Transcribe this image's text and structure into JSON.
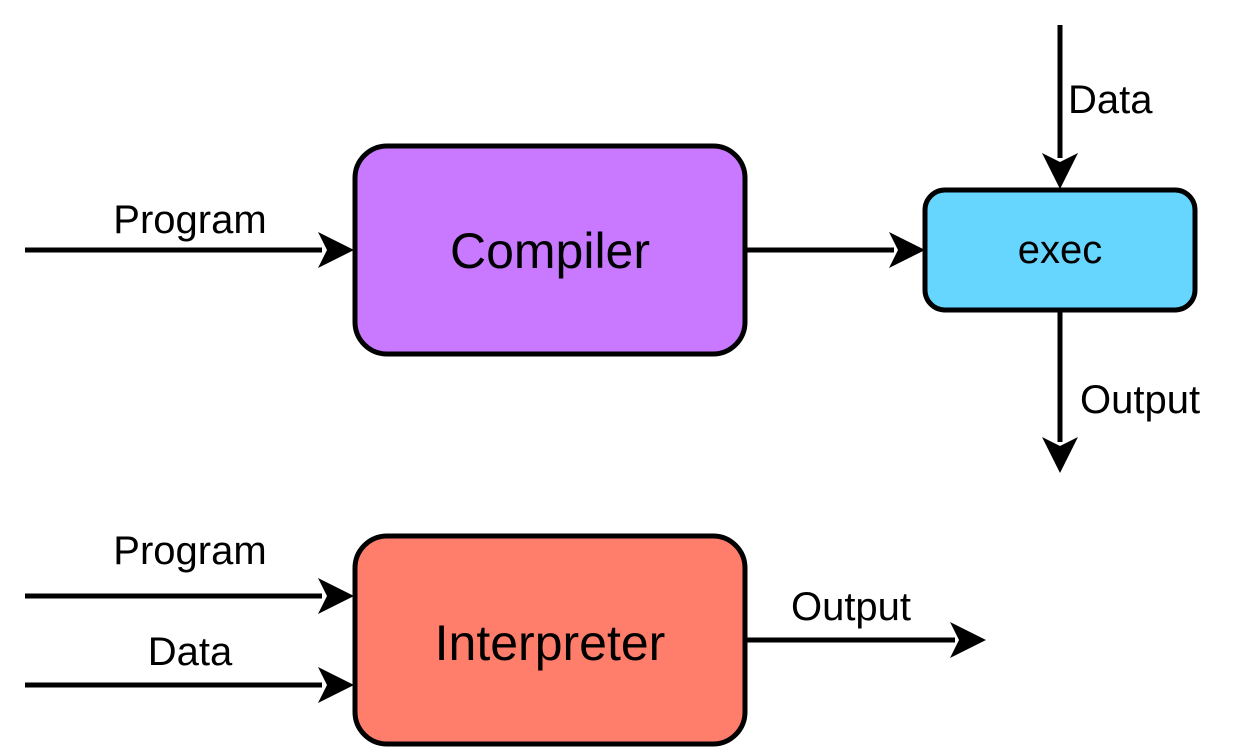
{
  "colors": {
    "compiler_fill": "#c879ff",
    "exec_fill": "#66d6ff",
    "interpreter_fill": "#ff7d6b",
    "stroke": "#000000",
    "background": "#ffffff"
  },
  "compiler_pipeline": {
    "compiler_box": {
      "label": "Compiler"
    },
    "exec_box": {
      "label": "exec"
    },
    "program_input": {
      "label": "Program"
    },
    "data_input": {
      "label": "Data"
    },
    "output": {
      "label": "Output"
    }
  },
  "interpreter_pipeline": {
    "interpreter_box": {
      "label": "Interpreter"
    },
    "program_input": {
      "label": "Program"
    },
    "data_input": {
      "label": "Data"
    },
    "output": {
      "label": "Output"
    }
  }
}
